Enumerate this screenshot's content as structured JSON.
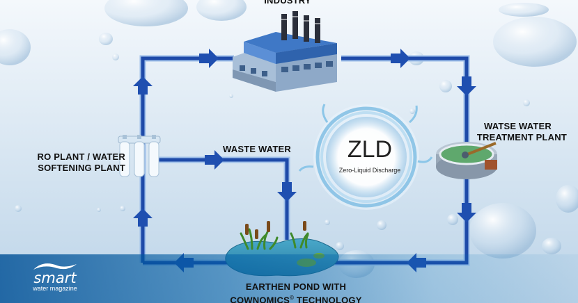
{
  "labels": {
    "industry": "INDUSTRY",
    "treatment_line1": "WATSE WATER",
    "treatment_line2": "TREATMENT PLANT",
    "ro_line1": "RO PLANT / WATER",
    "ro_line2": "SOFTENING PLANT",
    "waste_water": "WASTE WATER",
    "pond_line1": "EARTHEN POND WITH",
    "pond_line2_pre": "COWNOMICS",
    "pond_line2_sup": "©",
    "pond_line2_post": " TECHNOLOGY"
  },
  "zld": {
    "title": "ZLD",
    "subtitle": "Zero-Liquid Discharge"
  },
  "brand": {
    "name": "smart",
    "tagline": "water magazine"
  },
  "colors": {
    "pipe": "#1e4aa8",
    "pipe_edge": "#9fc0ea",
    "arrow": "#1f4fb0",
    "factory_roof": "#3f78c6",
    "factory_wall": "#8ea9c8",
    "bar": "#0a5aa0"
  }
}
